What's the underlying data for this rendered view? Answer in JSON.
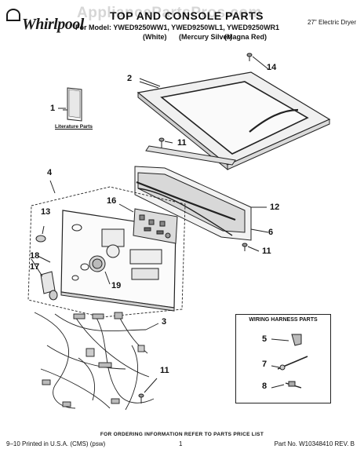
{
  "header": {
    "watermark": "AppliancePartsPros.com",
    "brand": "Whirlpool",
    "title": "TOP AND CONSOLE PARTS",
    "models": "For Model: YWED9250WW1, YWED9250WL1, YWED9250WR1",
    "color_white": "(White)",
    "color_silver": "(Mercury Silver)",
    "color_red": "(Magna Red)",
    "appliance": "27\" Electric Dryer"
  },
  "callouts": {
    "c1": "1",
    "c2": "2",
    "c3": "3",
    "c4": "4",
    "c5": "5",
    "c6": "6",
    "c7": "7",
    "c8": "8",
    "c11a": "11",
    "c11b": "11",
    "c11c": "11",
    "c12": "12",
    "c13": "13",
    "c14": "14",
    "c16": "16",
    "c17": "17",
    "c18": "18",
    "c19": "19"
  },
  "literature_label": "Literature Parts",
  "harness_title": "WIRING HARNESS PARTS",
  "footer": {
    "order_note": "FOR ORDERING INFORMATION REFER TO PARTS PRICE LIST",
    "printed": "9–10 Printed in U.S.A. (CMS) (psw)",
    "page": "1",
    "part_no": "Part No. W10348410 REV. B"
  }
}
